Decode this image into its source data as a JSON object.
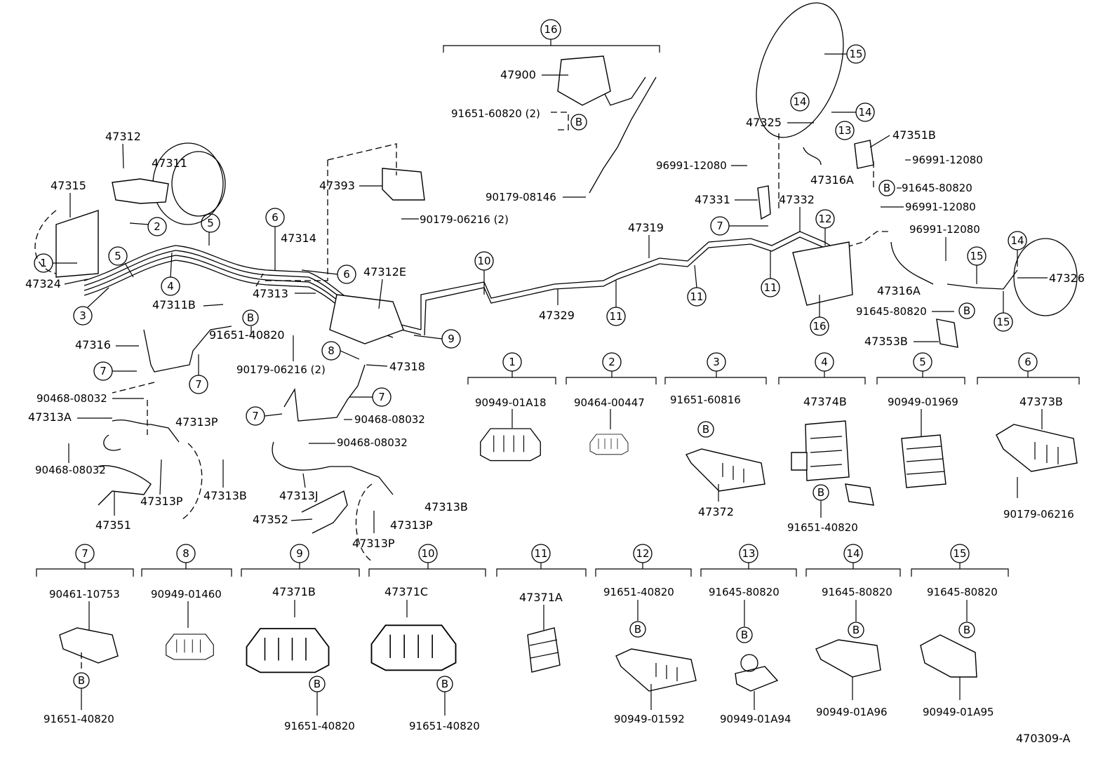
{
  "diagram_id": "470309-A",
  "group_headers": [
    "1",
    "2",
    "3",
    "4",
    "5",
    "6",
    "7",
    "8",
    "9",
    "10",
    "11",
    "12",
    "13",
    "14",
    "15"
  ],
  "top_assembly_callout": "16",
  "circled_callouts": [
    "1",
    "2",
    "3",
    "4",
    "5",
    "6",
    "7",
    "8",
    "9",
    "10",
    "11",
    "12",
    "13",
    "14",
    "15",
    "16",
    "B"
  ],
  "part_labels": {
    "47312": "47312",
    "47311": "47311",
    "47315": "47315",
    "47324": "47324",
    "47311B": "47311B",
    "91651_40820": "91651-40820",
    "47316": "47316",
    "90468_08032": "90468-08032",
    "47313A": "47313A",
    "47313P": "47313P",
    "47313B": "47313B",
    "47351": "47351",
    "47314": "47314",
    "47313": "47313",
    "47312E": "47312E",
    "90179_06216_2": "90179-06216 (2)",
    "47318": "47318",
    "47313J": "47313J",
    "47352": "47352",
    "47393": "47393",
    "47900": "47900",
    "91651_60820_2": "91651-60820 (2)",
    "90179_08146": "90179-08146",
    "47319": "47319",
    "47329": "47329",
    "47325": "47325",
    "47351B": "47351B",
    "96991_12080": "96991-12080",
    "47316A": "47316A",
    "91645_80820": "91645-80820",
    "47331": "47331",
    "47332": "47332",
    "47326": "47326",
    "47353B": "47353B"
  },
  "groups": [
    {
      "id": "1",
      "parts": [
        "90949-01A18"
      ]
    },
    {
      "id": "2",
      "parts": [
        "90464-00447"
      ]
    },
    {
      "id": "3",
      "parts": [
        "91651-60816",
        "47372"
      ]
    },
    {
      "id": "4",
      "parts": [
        "47374B",
        "91651-40820"
      ]
    },
    {
      "id": "5",
      "parts": [
        "90949-01969"
      ]
    },
    {
      "id": "6",
      "parts": [
        "47373B",
        "90179-06216"
      ]
    },
    {
      "id": "7",
      "parts": [
        "90461-10753",
        "91651-40820"
      ]
    },
    {
      "id": "8",
      "parts": [
        "90949-01460"
      ]
    },
    {
      "id": "9",
      "parts": [
        "47371B",
        "91651-40820"
      ]
    },
    {
      "id": "10",
      "parts": [
        "47371C",
        "91651-40820"
      ]
    },
    {
      "id": "11",
      "parts": [
        "47371A"
      ]
    },
    {
      "id": "12",
      "parts": [
        "91651-40820",
        "90949-01592"
      ]
    },
    {
      "id": "13",
      "parts": [
        "91645-80820",
        "90949-01A94"
      ]
    },
    {
      "id": "14",
      "parts": [
        "91645-80820",
        "90949-01A96"
      ]
    },
    {
      "id": "15",
      "parts": [
        "91645-80820",
        "90949-01A95"
      ]
    }
  ]
}
